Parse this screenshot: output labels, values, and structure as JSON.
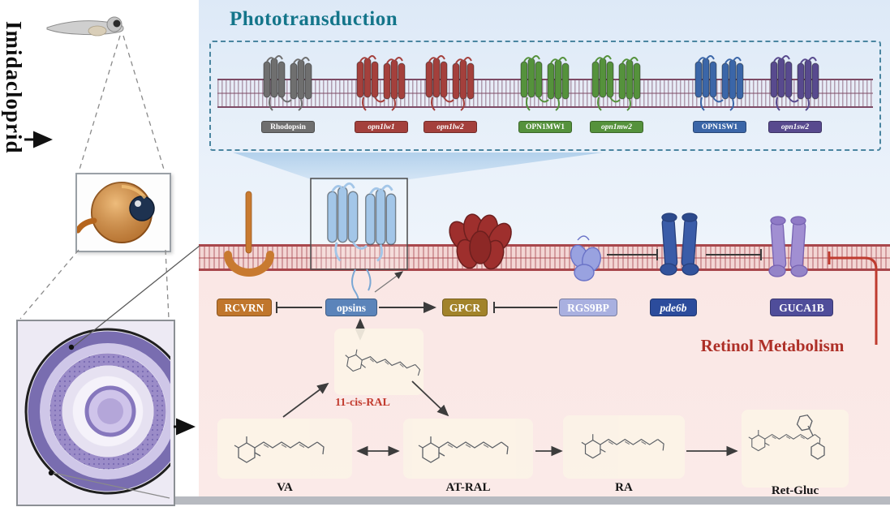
{
  "left_panel": {
    "compound_label": "Imidacloprid"
  },
  "phototransduction": {
    "title": "Phototransduction",
    "opsins": [
      {
        "label": "Rhodopsin",
        "color": "#6f6f6f",
        "italic": false
      },
      {
        "label": "opn1lw1",
        "color": "#a4403c",
        "italic": true
      },
      {
        "label": "opn1lw2",
        "color": "#a4403c",
        "italic": true
      },
      {
        "label": "OPN1MW1",
        "color": "#55923c",
        "italic": false
      },
      {
        "label": "opn1mw2",
        "color": "#55923c",
        "italic": true
      },
      {
        "label": "OPN1SW1",
        "color": "#3b66a8",
        "italic": false
      },
      {
        "label": "opn1sw2",
        "color": "#584a8e",
        "italic": true
      }
    ],
    "cascade": [
      {
        "label": "RCVRN",
        "color": "#c0762c",
        "italic": false
      },
      {
        "label": "opsins",
        "color": "#5b84ba",
        "italic": false
      },
      {
        "label": "GPCR",
        "color": "#a2832a",
        "italic": false
      },
      {
        "label": "RGS9BP",
        "color": "#a9b0e0",
        "italic": false
      },
      {
        "label": "pde6b",
        "color": "#2c4c9c",
        "italic": true
      },
      {
        "label": "GUCA1B",
        "color": "#4f4d9a",
        "italic": false
      }
    ]
  },
  "retinol": {
    "title": "Retinol Metabolism",
    "intermediate": "11-cis-RAL",
    "metabolites": [
      "VA",
      "AT-RAL",
      "RA",
      "Ret-Gluc"
    ]
  },
  "palette": {
    "phototransduction_bg": "#e6eff9",
    "retinol_bg": "#fbeae8",
    "phototransduction_title": "#13758a",
    "retinol_title": "#ae2f27",
    "membrane_line": "#a8474c",
    "feedback_line": "#bf3b2f"
  }
}
